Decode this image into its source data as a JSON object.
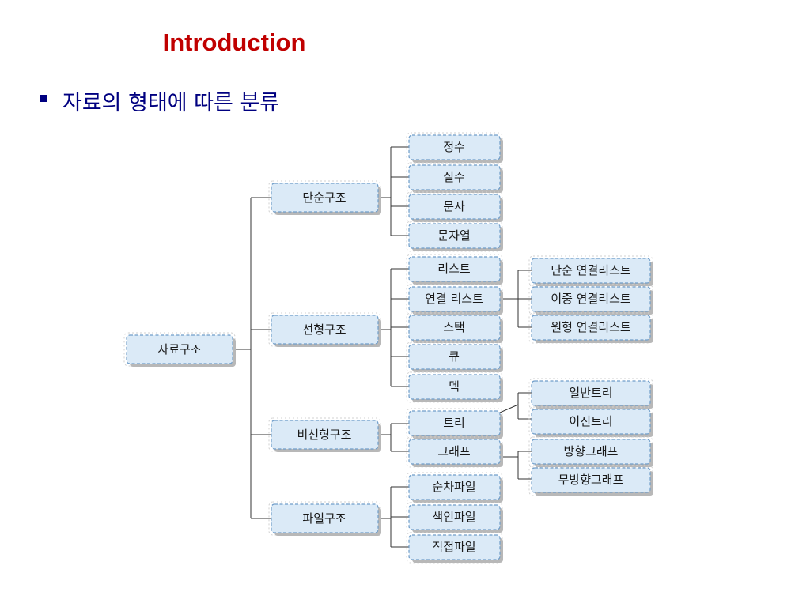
{
  "title": "Introduction",
  "bullet": "자료의 형태에 따른 분류",
  "colors": {
    "title": "#c00000",
    "bullet": "#000080",
    "node_fill": "#dbeaf7",
    "node_border": "#6f9dc9"
  },
  "nodes": {
    "root": "자료구조",
    "simple": "단순구조",
    "linear": "선형구조",
    "nonlinear": "비선형구조",
    "file": "파일구조",
    "integer": "정수",
    "real": "실수",
    "char": "문자",
    "string": "문자열",
    "list": "리스트",
    "linked_list": "연결 리스트",
    "stack": "스택",
    "queue": "큐",
    "deque": "덱",
    "tree": "트리",
    "graph": "그래프",
    "seq_file": "순차파일",
    "index_file": "색인파일",
    "direct_file": "직접파일",
    "singly_linked": "단순 연결리스트",
    "doubly_linked": "이중 연결리스트",
    "circular_linked": "원형 연결리스트",
    "general_tree": "일반트리",
    "binary_tree": "이진트리",
    "directed_graph": "방향그래프",
    "undirected_graph": "무방향그래프"
  }
}
